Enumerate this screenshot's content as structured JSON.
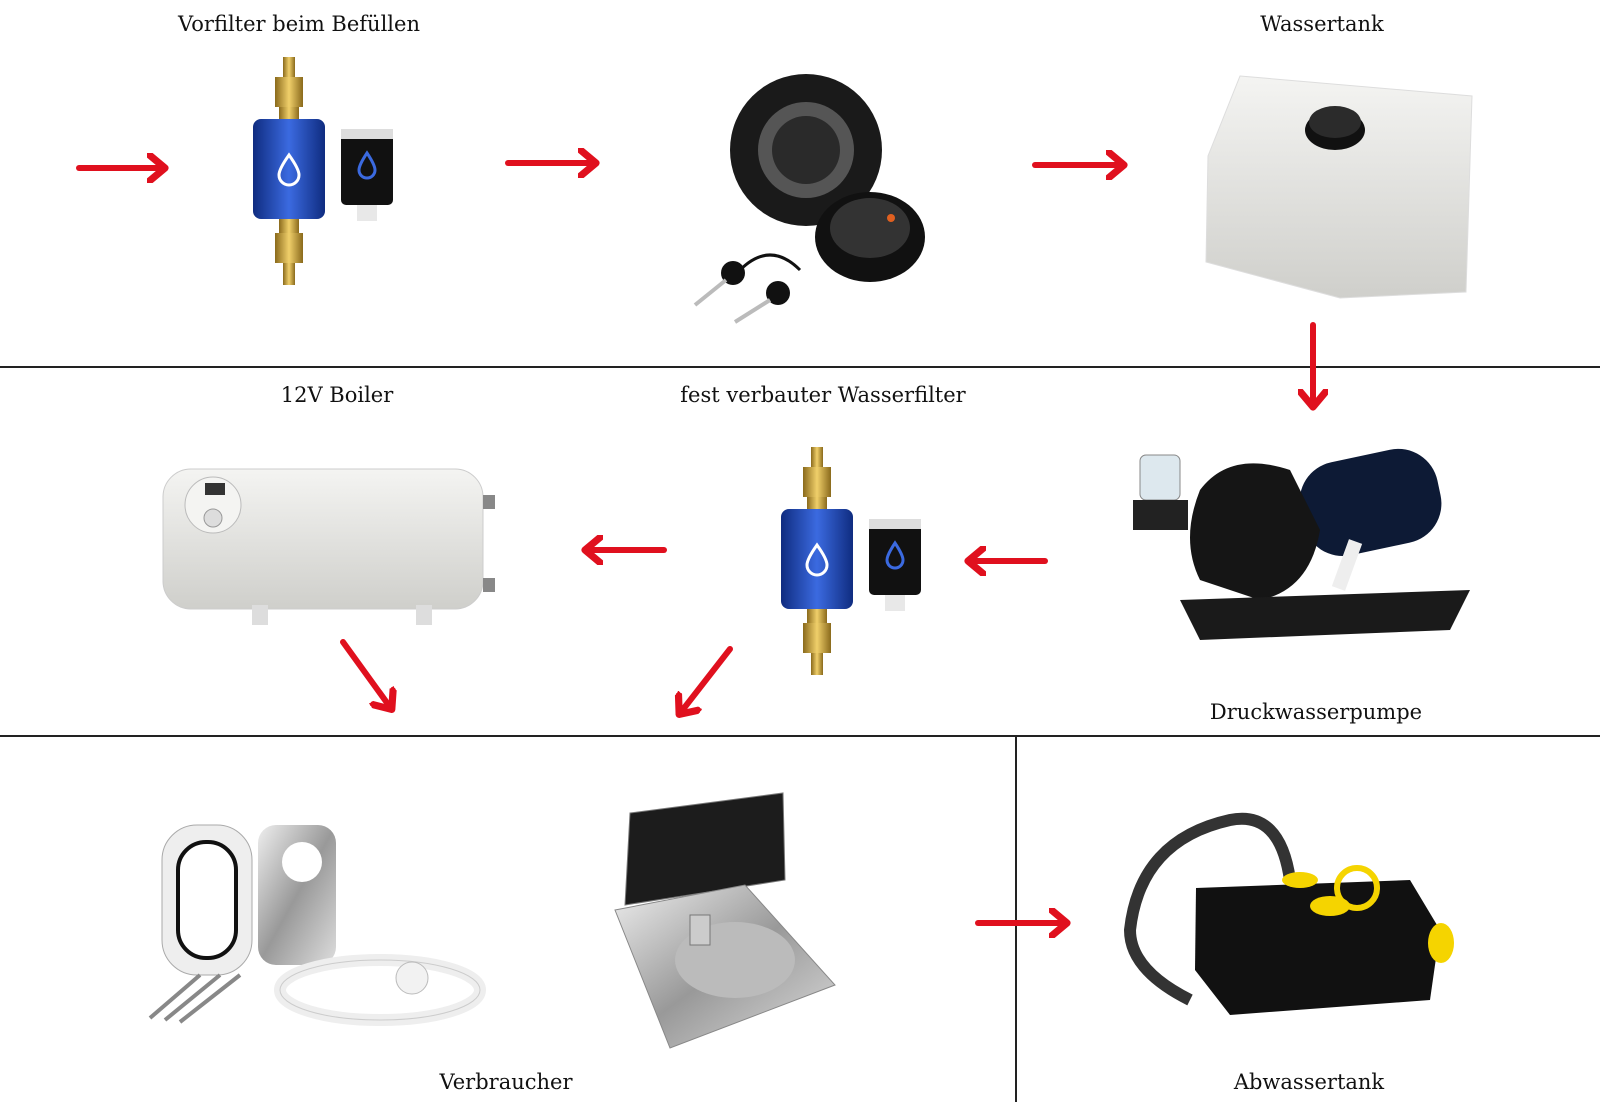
{
  "labels": {
    "prefilter": "Vorfilter beim Befüllen",
    "fresh_tank": "Wassertank",
    "boiler": "12V Boiler",
    "fixed_filter": "fest verbauter Wasserfilter",
    "pump": "Druckwasserpumpe",
    "consumers": "Verbraucher",
    "waste_tank": "Abwassertank"
  },
  "colors": {
    "arrow": "#e0101e",
    "filter_blue": "#1f45b5",
    "brass": "#c9a23a"
  },
  "arrows": [
    "right",
    "right",
    "right",
    "down",
    "left",
    "left",
    "down-right",
    "down-left",
    "right"
  ]
}
